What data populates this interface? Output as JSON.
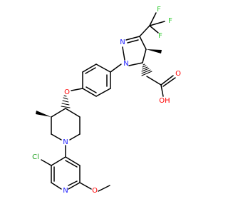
{
  "colors": {
    "bond": "#000000",
    "nitrogen": "#2020ff",
    "oxygen": "#ff0000",
    "fluorine": "#33cc33",
    "chlorine": "#1fa01f",
    "background": "#ffffff"
  },
  "atoms": {
    "f1": "F",
    "f2": "F",
    "f3": "F",
    "n_pyrazoline_2": "N",
    "n_pyrazoline_1": "N",
    "o_carbonyl": "O",
    "oh": "OH",
    "o_ether": "O",
    "n_piperidine": "N",
    "cl": "Cl",
    "n_pyridine": "N",
    "o_methoxy": "O"
  }
}
